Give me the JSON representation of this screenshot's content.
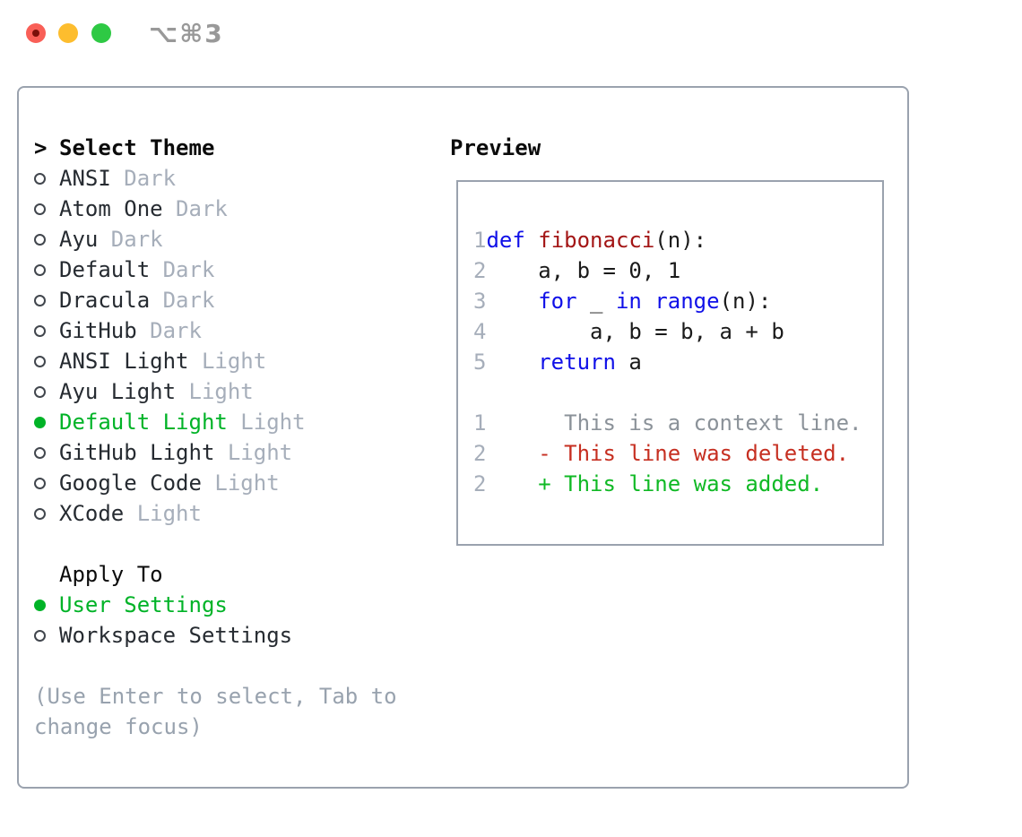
{
  "window": {
    "title_shortcut": "⌥⌘3"
  },
  "titlebar": {
    "buttons": [
      {
        "name": "close",
        "color": "#f95f57"
      },
      {
        "name": "minimize",
        "color": "#fdbd2e"
      },
      {
        "name": "zoom",
        "color": "#2ec944"
      }
    ]
  },
  "theme_list": {
    "header": "Select Theme",
    "header_prefix": ">",
    "items": [
      {
        "name": "ANSI",
        "variant": "Dark",
        "selected": false
      },
      {
        "name": "Atom One",
        "variant": "Dark",
        "selected": false
      },
      {
        "name": "Ayu",
        "variant": "Dark",
        "selected": false
      },
      {
        "name": "Default",
        "variant": "Dark",
        "selected": false
      },
      {
        "name": "Dracula",
        "variant": "Dark",
        "selected": false
      },
      {
        "name": "GitHub",
        "variant": "Dark",
        "selected": false
      },
      {
        "name": "ANSI Light",
        "variant": "Light",
        "selected": false
      },
      {
        "name": "Ayu Light",
        "variant": "Light",
        "selected": false
      },
      {
        "name": "Default Light",
        "variant": "Light",
        "selected": true
      },
      {
        "name": "GitHub Light",
        "variant": "Light",
        "selected": false
      },
      {
        "name": "Google Code",
        "variant": "Light",
        "selected": false
      },
      {
        "name": "XCode",
        "variant": "Light",
        "selected": false
      }
    ]
  },
  "apply_to": {
    "header": "Apply To",
    "options": [
      {
        "label": "User Settings",
        "selected": true
      },
      {
        "label": "Workspace Settings",
        "selected": false
      }
    ]
  },
  "help_text": "(Use Enter to select, Tab to change focus)",
  "preview": {
    "header": "Preview",
    "code_lines": [
      {
        "number": "1",
        "segments": [
          {
            "text": "def",
            "style": "keyword"
          },
          {
            "text": " ",
            "style": "plain"
          },
          {
            "text": "fibonacci",
            "style": "function"
          },
          {
            "text": "(n):",
            "style": "plain"
          }
        ]
      },
      {
        "number": "2",
        "segments": [
          {
            "text": "    a, b = 0, 1",
            "style": "plain"
          }
        ]
      },
      {
        "number": "3",
        "segments": [
          {
            "text": "    ",
            "style": "plain"
          },
          {
            "text": "for",
            "style": "keyword"
          },
          {
            "text": " _ ",
            "style": "plain"
          },
          {
            "text": "in",
            "style": "keyword"
          },
          {
            "text": " ",
            "style": "plain"
          },
          {
            "text": "range",
            "style": "keyword"
          },
          {
            "text": "(n):",
            "style": "plain"
          }
        ]
      },
      {
        "number": "4",
        "segments": [
          {
            "text": "        a, b = b, a + b",
            "style": "plain"
          }
        ]
      },
      {
        "number": "5",
        "segments": [
          {
            "text": "    ",
            "style": "plain"
          },
          {
            "text": "return",
            "style": "keyword"
          },
          {
            "text": " a",
            "style": "plain"
          }
        ]
      }
    ],
    "diff_lines": [
      {
        "number": "1",
        "text": "      This is a context line.",
        "type": "context"
      },
      {
        "number": "2",
        "text": "    - This line was deleted.",
        "type": "deleted"
      },
      {
        "number": "2",
        "text": "    + This line was added.",
        "type": "added"
      }
    ]
  },
  "colors": {
    "accent": "#00b327",
    "keyword": "#1010e8",
    "function": "#a31515",
    "deleted": "#c62f21",
    "added": "#10b925",
    "muted": "#a6aeba",
    "context": "#8b9299",
    "help": "#98a2ae",
    "border": "#9aa2ae",
    "text_dark": "#262b31",
    "title": "#999999",
    "light_red": "#f95f57",
    "light_yellow": "#fdbd2e",
    "light_green": "#2ec944"
  }
}
